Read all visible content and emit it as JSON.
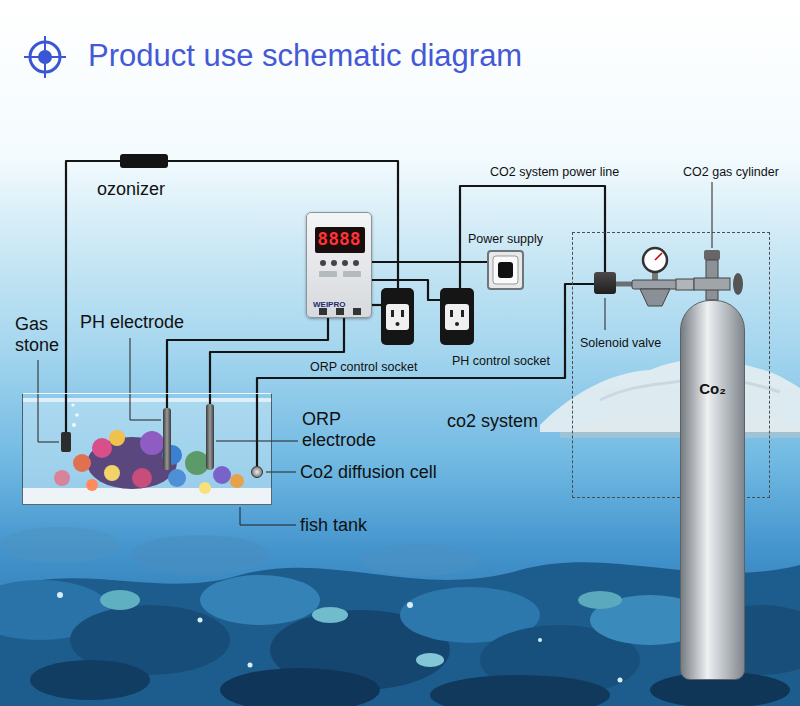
{
  "diagram": {
    "title": "Product use schematic diagram",
    "nodes": [
      {
        "text": [
          "ozonizer"
        ]
      },
      {
        "text": [
          "8888",
          "WEIPRO"
        ]
      },
      {
        "text": [
          "Power supply"
        ]
      },
      {
        "text": [
          "co2 system"
        ]
      },
      {
        "text": [
          "Solenoid valve"
        ],
        "in": 3
      },
      {
        "text": [
          "CO2 gas cylinder",
          "Co₂"
        ],
        "in": 3
      },
      {
        "text": [
          "ORP control socket"
        ]
      },
      {
        "text": [
          "PH control socket"
        ]
      },
      {
        "text": [
          "fish tank"
        ]
      },
      {
        "text": [
          "Gas stone"
        ],
        "in": 8
      },
      {
        "text": [
          "PH electrode"
        ],
        "in": 8
      },
      {
        "text": [
          "ORP electrode"
        ],
        "in": 8
      },
      {
        "text": [
          "Co2 diffusion cell"
        ],
        "in": 8
      }
    ],
    "edges": [
      {
        "from": 9,
        "to": 0,
        "arrow": "none"
      },
      {
        "from": 0,
        "to": 6,
        "arrow": "none"
      },
      {
        "from": 1,
        "to": 6,
        "arrow": "none"
      },
      {
        "from": 1,
        "to": 7,
        "arrow": "none"
      },
      {
        "from": 1,
        "to": 2,
        "arrow": "none"
      },
      {
        "from": 7,
        "to": 4,
        "label": "CO2 system power line",
        "arrow": "none"
      },
      {
        "from": 1,
        "to": 10,
        "arrow": "none"
      },
      {
        "from": 1,
        "to": 11,
        "arrow": "none"
      },
      {
        "from": 4,
        "to": 12,
        "arrow": "none"
      },
      {
        "from": 5,
        "to": 4,
        "arrow": "none"
      }
    ]
  }
}
